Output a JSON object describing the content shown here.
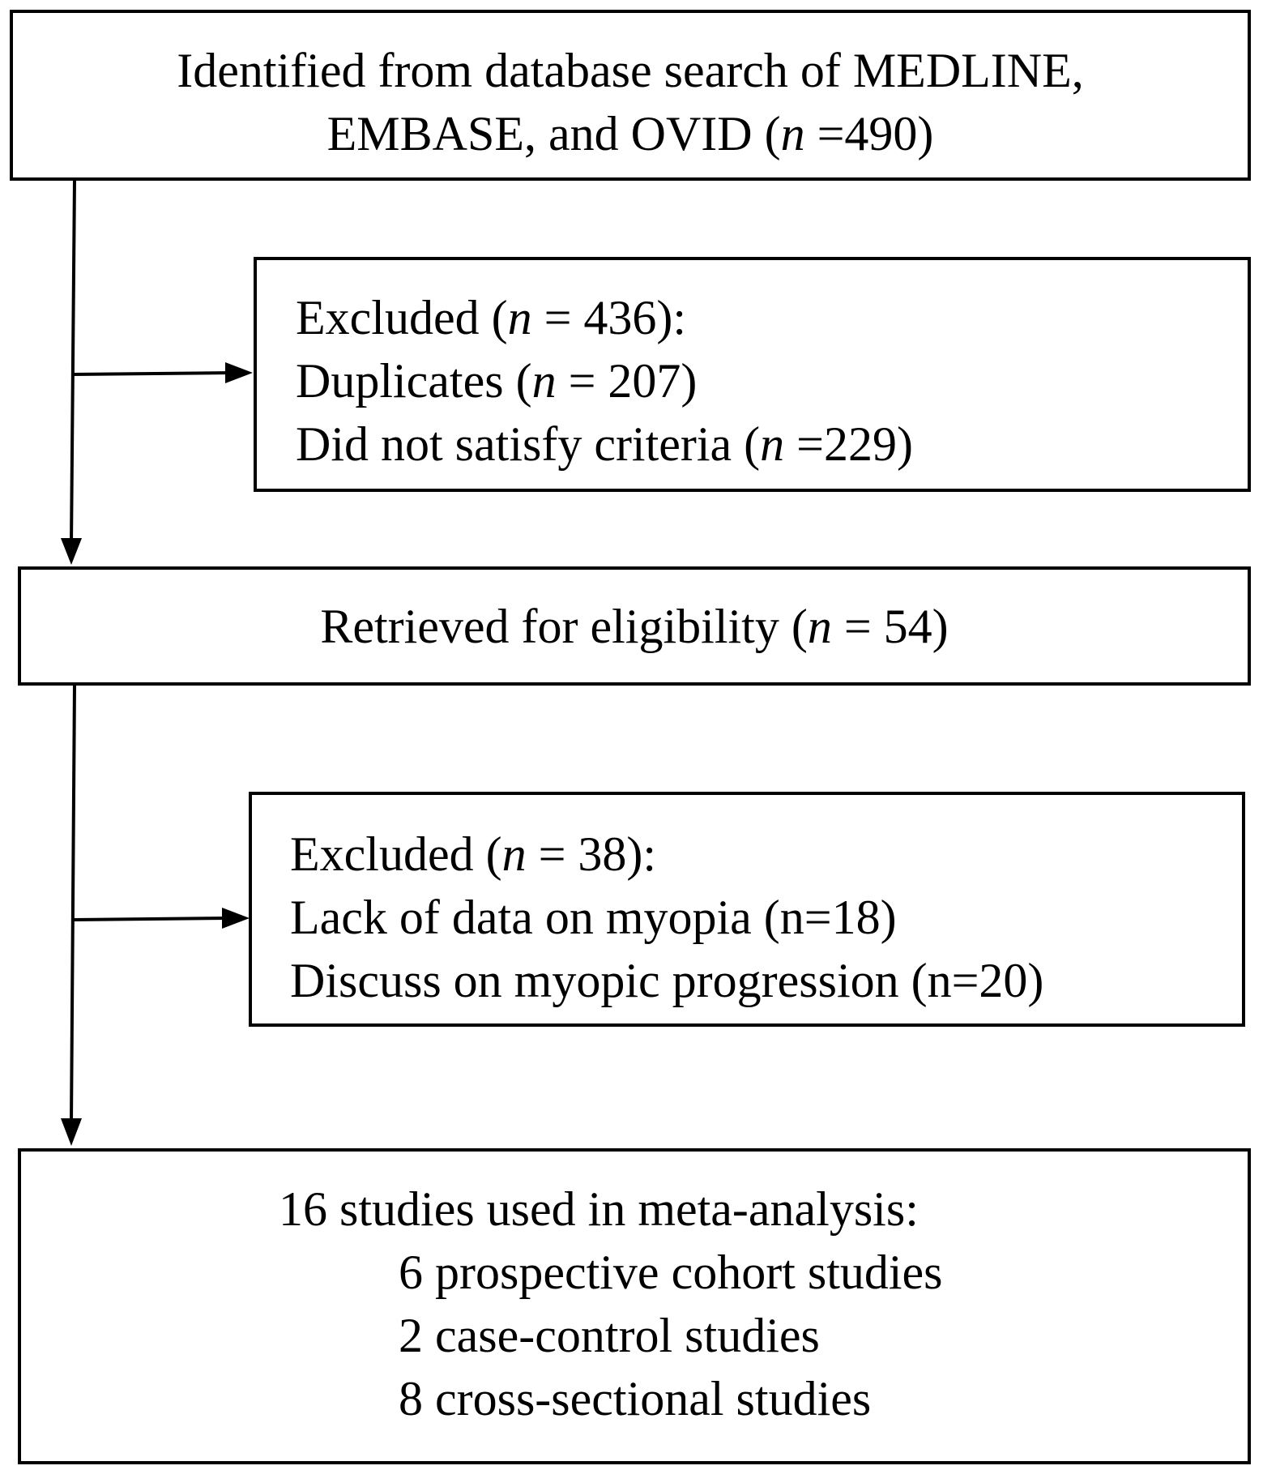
{
  "boxes": {
    "identified": {
      "line1": "Identified from database search of MEDLINE,",
      "line2_prefix": "EMBASE, and OVID (",
      "line2_n": "n",
      "line2_suffix": " =490)"
    },
    "excluded_1": {
      "title_prefix": "Excluded (",
      "title_n": "n",
      "title_suffix": " = 436):",
      "duplicates_prefix": "Duplicates (",
      "duplicates_n": "n",
      "duplicates_suffix": " = 207)",
      "criteria_prefix": "Did not satisfy criteria (",
      "criteria_n": "n",
      "criteria_suffix": " =229)"
    },
    "retrieved": {
      "prefix": "Retrieved for eligibility (",
      "n": "n",
      "suffix": " = 54)"
    },
    "excluded_2": {
      "title_prefix": "Excluded (",
      "title_n": "n",
      "title_suffix": " = 38):",
      "lack_of_data": "Lack of data on myopia (n=18)",
      "progression": "Discuss on myopic progression (n=20)"
    },
    "included": {
      "title": "16 studies used in meta-analysis:",
      "items": [
        "6 prospective cohort studies",
        "2 case-control studies",
        "8 cross-sectional studies"
      ]
    }
  }
}
